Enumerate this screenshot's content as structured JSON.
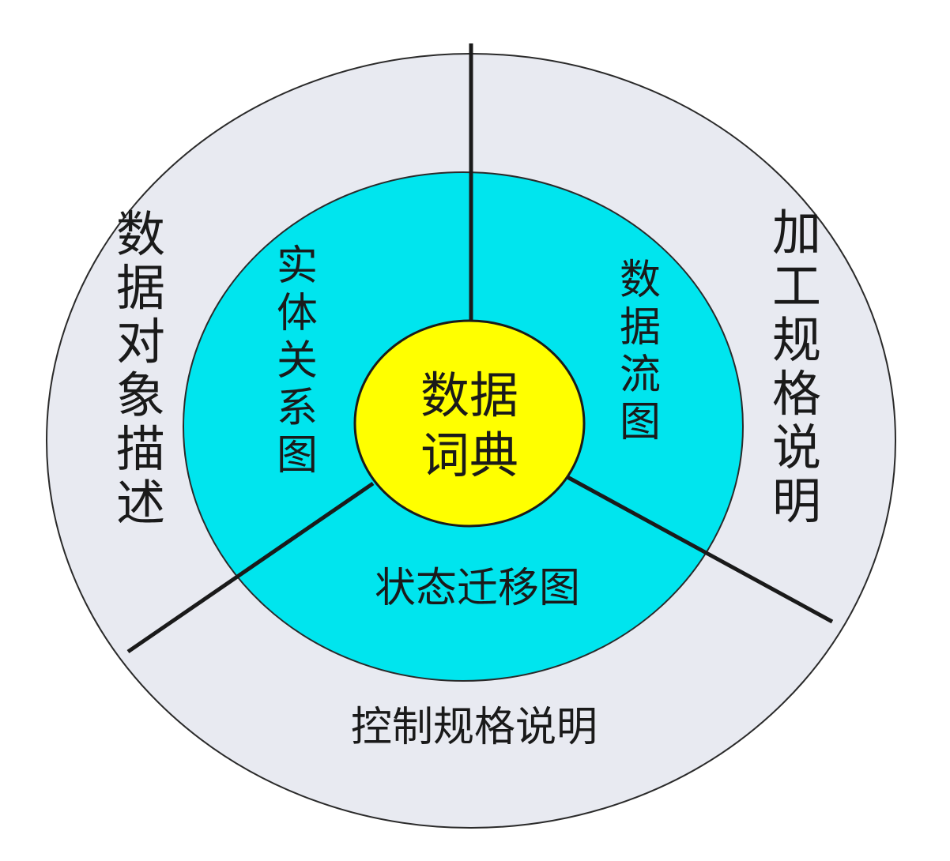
{
  "diagram": {
    "center": "数据词典",
    "inner_ring": {
      "left": "实体关系图",
      "right": "数据流图",
      "bottom": "状态迁移图"
    },
    "outer_ring": {
      "left": "数据对象描述",
      "right": "加工规格说明",
      "bottom": "控制规格说明"
    }
  },
  "colors": {
    "outer_ring_fill": "#e8eaf1",
    "inner_ring_fill": "#00e5ee",
    "core_fill": "#ffff00",
    "stroke": "#1a1a1a"
  }
}
